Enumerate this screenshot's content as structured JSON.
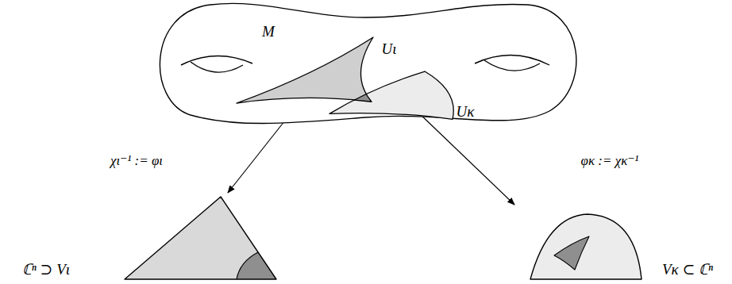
{
  "diagram": {
    "nodes": [
      {
        "text": [
          "M"
        ]
      },
      {
        "text": [
          "Uι"
        ],
        "in": 0
      },
      {
        "text": [
          "Uκ"
        ],
        "in": 0
      },
      {
        "text": [
          "ℂⁿ ⊃ Vι"
        ]
      },
      {
        "text": [
          "Vκ ⊂ ℂⁿ"
        ]
      }
    ],
    "edges": [
      {
        "from": 1,
        "to": 3,
        "arrow": "to",
        "label": "χι⁻¹ := φι"
      },
      {
        "from": 2,
        "to": 4,
        "arrow": "to",
        "label": "φκ := χκ⁻¹"
      }
    ]
  }
}
